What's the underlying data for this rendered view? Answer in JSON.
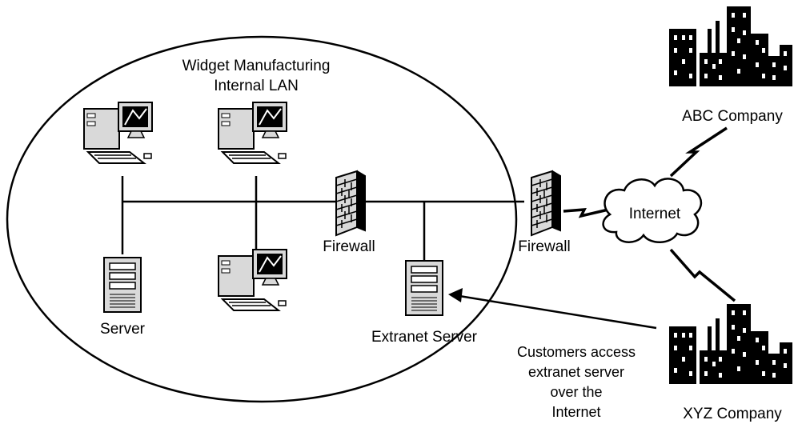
{
  "lan": {
    "title_line1": "Widget Manufacturing",
    "title_line2": "Internal LAN"
  },
  "labels": {
    "server": "Server",
    "firewall_inner": "Firewall",
    "firewall_outer": "Firewall",
    "extranet_server": "Extranet Server",
    "internet": "Internet",
    "abc_company": "ABC Company",
    "xyz_company": "XYZ Company"
  },
  "note": {
    "line1": "Customers access",
    "line2": "extranet server",
    "line3": "over the",
    "line4": "Internet"
  },
  "colors": {
    "ink": "#000000",
    "fill": "#ffffff",
    "device_gray": "#d9d9d9"
  }
}
